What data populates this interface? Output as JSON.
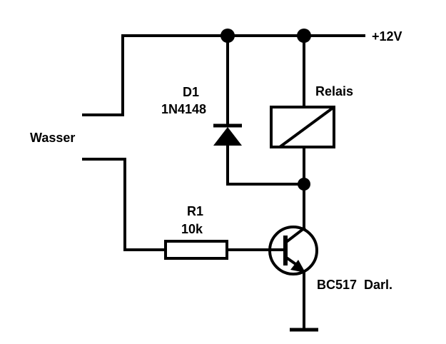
{
  "labels": {
    "supply": "+12V",
    "water": "Wasser",
    "diode_ref": "D1",
    "diode_part": "1N4148",
    "relay": "Relais",
    "resistor_ref": "R1",
    "resistor_value": "10k",
    "transistor": "BC517  Darl."
  }
}
